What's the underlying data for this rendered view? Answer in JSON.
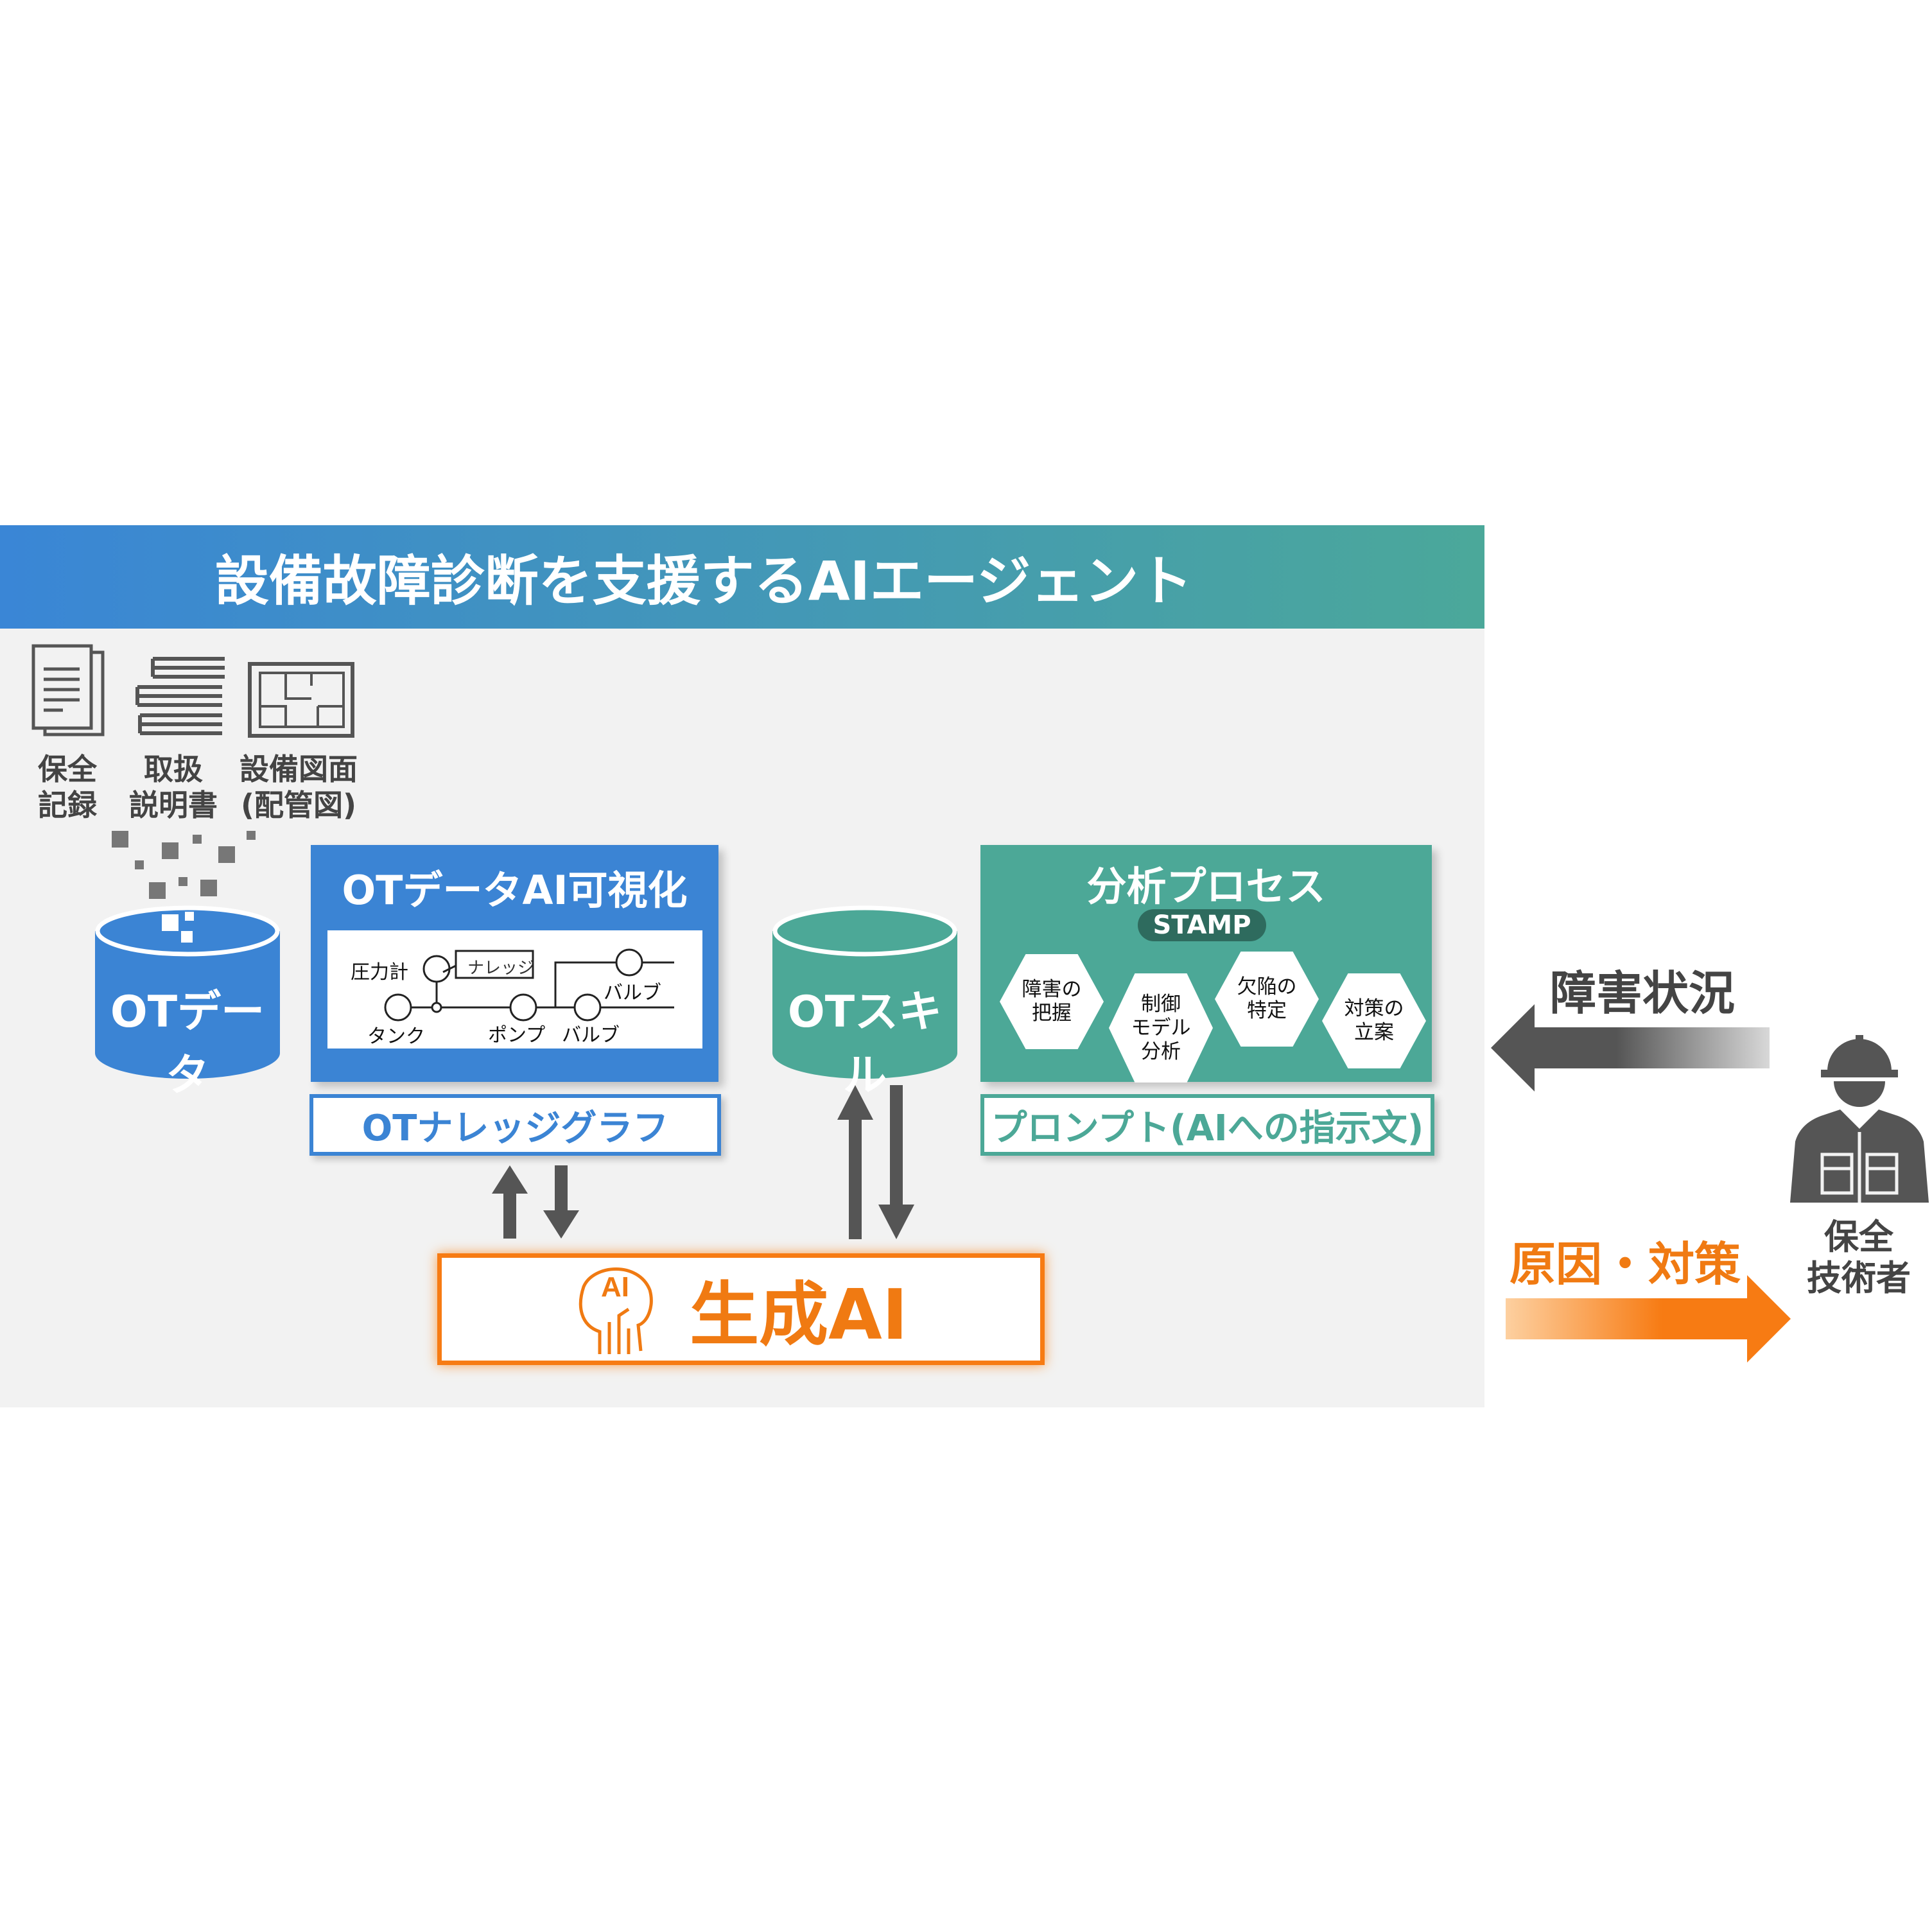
{
  "title": "設備故障診断を支援するAIエージェント",
  "documents": [
    {
      "label_line1": "保全",
      "label_line2": "記録",
      "icon": "document-icon"
    },
    {
      "label_line1": "取扱",
      "label_line2": "説明書",
      "icon": "books-icon"
    },
    {
      "label_line1": "設備図面",
      "label_line2": "(配管図)",
      "icon": "floorplan-icon"
    }
  ],
  "ot_data": "OTデータ",
  "visualization": {
    "title": "OTデータAI可視化",
    "graph_labels": {
      "gauge": "圧力計",
      "knowledge": "ナレッジ",
      "tank": "タンク",
      "pump": "ポンプ",
      "valve1": "バルブ",
      "valve2": "バルブ"
    }
  },
  "knowledge_graph": "OTナレッジグラフ",
  "ot_skill": "OTスキル",
  "analysis": {
    "title": "分析プロセス",
    "badge": "STAMP",
    "steps": [
      "障害の\n把握",
      "制御\nモデル\n分析",
      "欠陥の\n特定",
      "対策の\n立案"
    ]
  },
  "prompt": "プロンプト(AIへの指示文)",
  "gen_ai": {
    "label": "生成AI",
    "icon_text": "AI"
  },
  "failure_status": "障害状況",
  "cause_countermeasure": "原因・対策",
  "engineer": {
    "line1": "保全",
    "line2": "技術者"
  },
  "colors": {
    "blue": "#3b84d4",
    "green": "#4ca897",
    "orange": "#f77b13",
    "gray": "#555555"
  }
}
